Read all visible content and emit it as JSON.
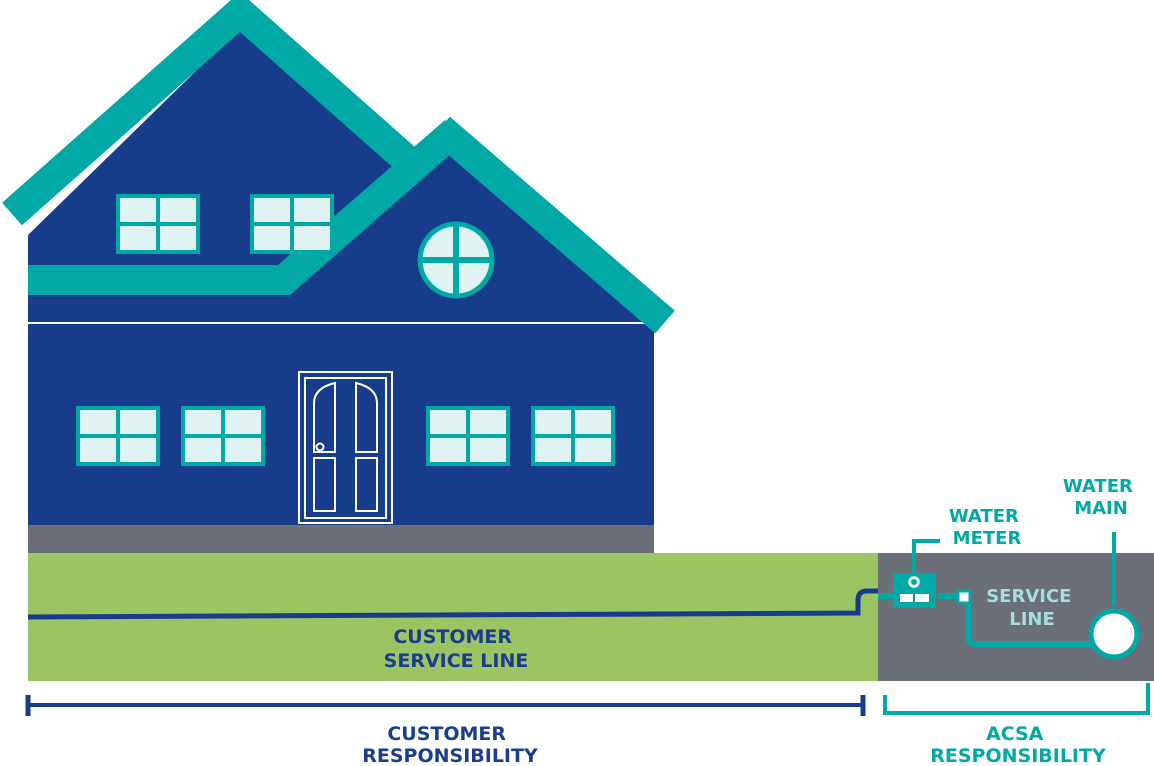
{
  "labels": {
    "customer_service_line": [
      "CUSTOMER",
      "SERVICE LINE"
    ],
    "water_meter": [
      "WATER",
      "METER"
    ],
    "water_main": [
      "WATER",
      "MAIN"
    ],
    "acsa_service_line": [
      "SERVICE",
      "LINE"
    ],
    "customer_responsibility": [
      "CUSTOMER",
      "RESPONSIBILITY"
    ],
    "acsa_responsibility": [
      "ACSA",
      "RESPONSIBILITY"
    ]
  },
  "colors": {
    "house_blue": "#183c8c",
    "teal": "#00a9a5",
    "window_fill": "#dff4f2",
    "lawn_green": "#9bc462",
    "foundation_gray": "#6b6f78",
    "soil_gray": "#6b6f78",
    "label_blue": "#1a3d8f",
    "label_teal": "#00a9a5",
    "white": "#ffffff"
  }
}
